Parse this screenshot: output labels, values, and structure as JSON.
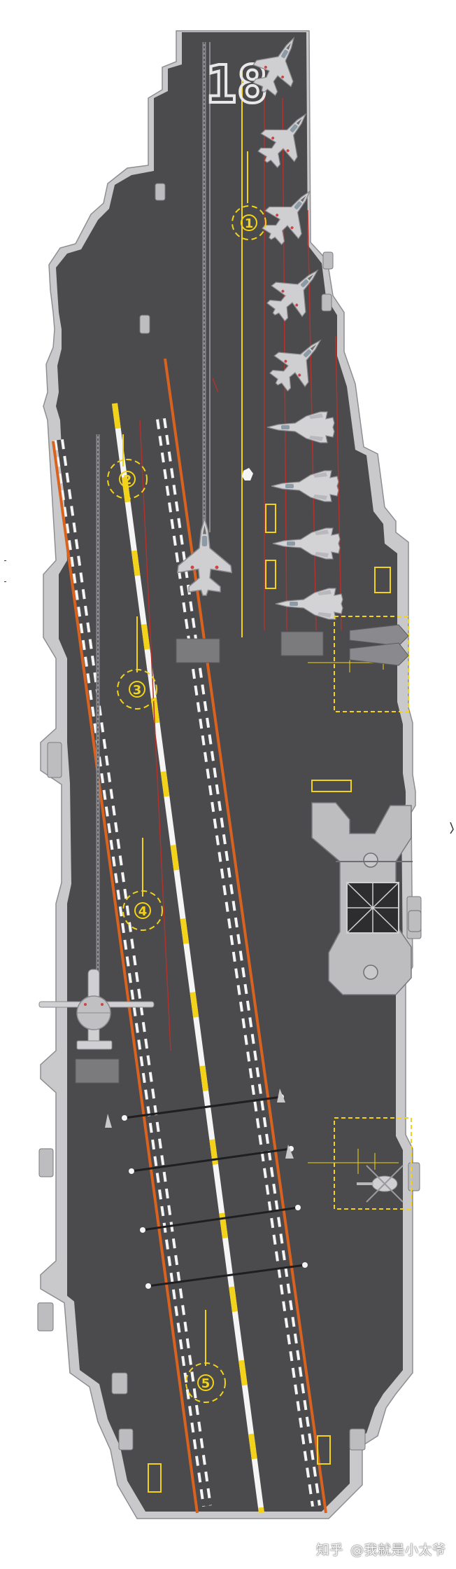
{
  "hull_number": "18",
  "spots": [
    {
      "id": "spot-1",
      "label": "1"
    },
    {
      "id": "spot-2",
      "label": "2"
    },
    {
      "id": "spot-3",
      "label": "3"
    },
    {
      "id": "spot-4",
      "label": "4"
    },
    {
      "id": "spot-5",
      "label": "5"
    }
  ],
  "watermark": {
    "brand": "知乎",
    "handle": "@我就是小太爷"
  },
  "colors": {
    "deck": "#4b4b4d",
    "hull_edge": "#c9c9c9",
    "yellow": "#f2d31a",
    "orange": "#d9631e",
    "red_line": "#b3312d",
    "white": "#f5f5f5"
  },
  "icons": [
    "fighter-jet-icon",
    "awacs-aircraft-icon",
    "helicopter-icon",
    "elevator-icon"
  ]
}
